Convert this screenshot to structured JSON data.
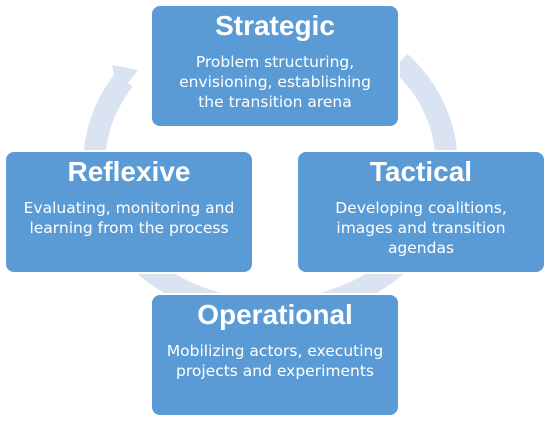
{
  "diagram": {
    "nodes": [
      {
        "id": "strategic",
        "title": "Strategic",
        "description": "Problem structuring, envisioning, establishing the transition arena"
      },
      {
        "id": "tactical",
        "title": "Tactical",
        "description": "Developing coalitions, images and transition agendas"
      },
      {
        "id": "operational",
        "title": "Operational",
        "description": "Mobilizing actors, executing projects and experiments"
      },
      {
        "id": "reflexive",
        "title": "Reflexive",
        "description": "Evaluating, monitoring and learning from the process"
      }
    ],
    "colors": {
      "box_fill": "#5b9bd5",
      "box_border": "#ffffff",
      "text": "#ffffff",
      "cycle_arrow": "#d9e3f1"
    },
    "flow": "clockwise"
  }
}
